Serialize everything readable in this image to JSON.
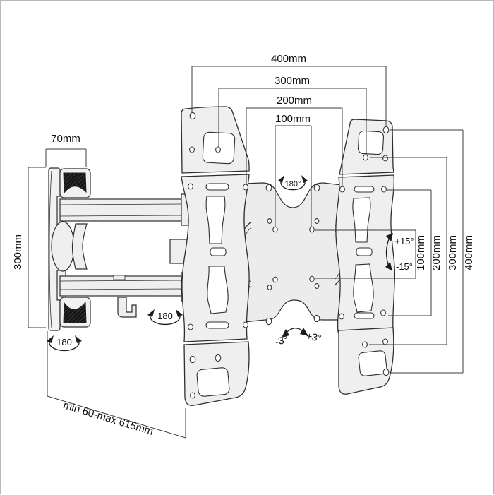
{
  "diagram": {
    "dimensions": {
      "top": {
        "d400": "400mm",
        "d300": "300mm",
        "d200": "200mm",
        "d100": "100mm"
      },
      "right": {
        "d100": "100mm",
        "d200": "200mm",
        "d300": "300mm",
        "d400": "400mm"
      },
      "arm_depth": "70mm",
      "wall_plate_height": "300mm",
      "extension_range": "min 60-max 615mm"
    },
    "angles": {
      "plate_rotation": "180°",
      "wall_swivel": "180",
      "arm_swivel": "180",
      "tilt_up": "+15°",
      "tilt_down": "-15°",
      "level_left": "-3°",
      "level_right": "+3°"
    },
    "colors": {
      "outline": "#2e2e2e",
      "dimension_line": "#3d3d3d",
      "metal": "#efefef",
      "plate": "#ececec",
      "pad_mesh": "#161616",
      "background": "#ffffff"
    }
  }
}
